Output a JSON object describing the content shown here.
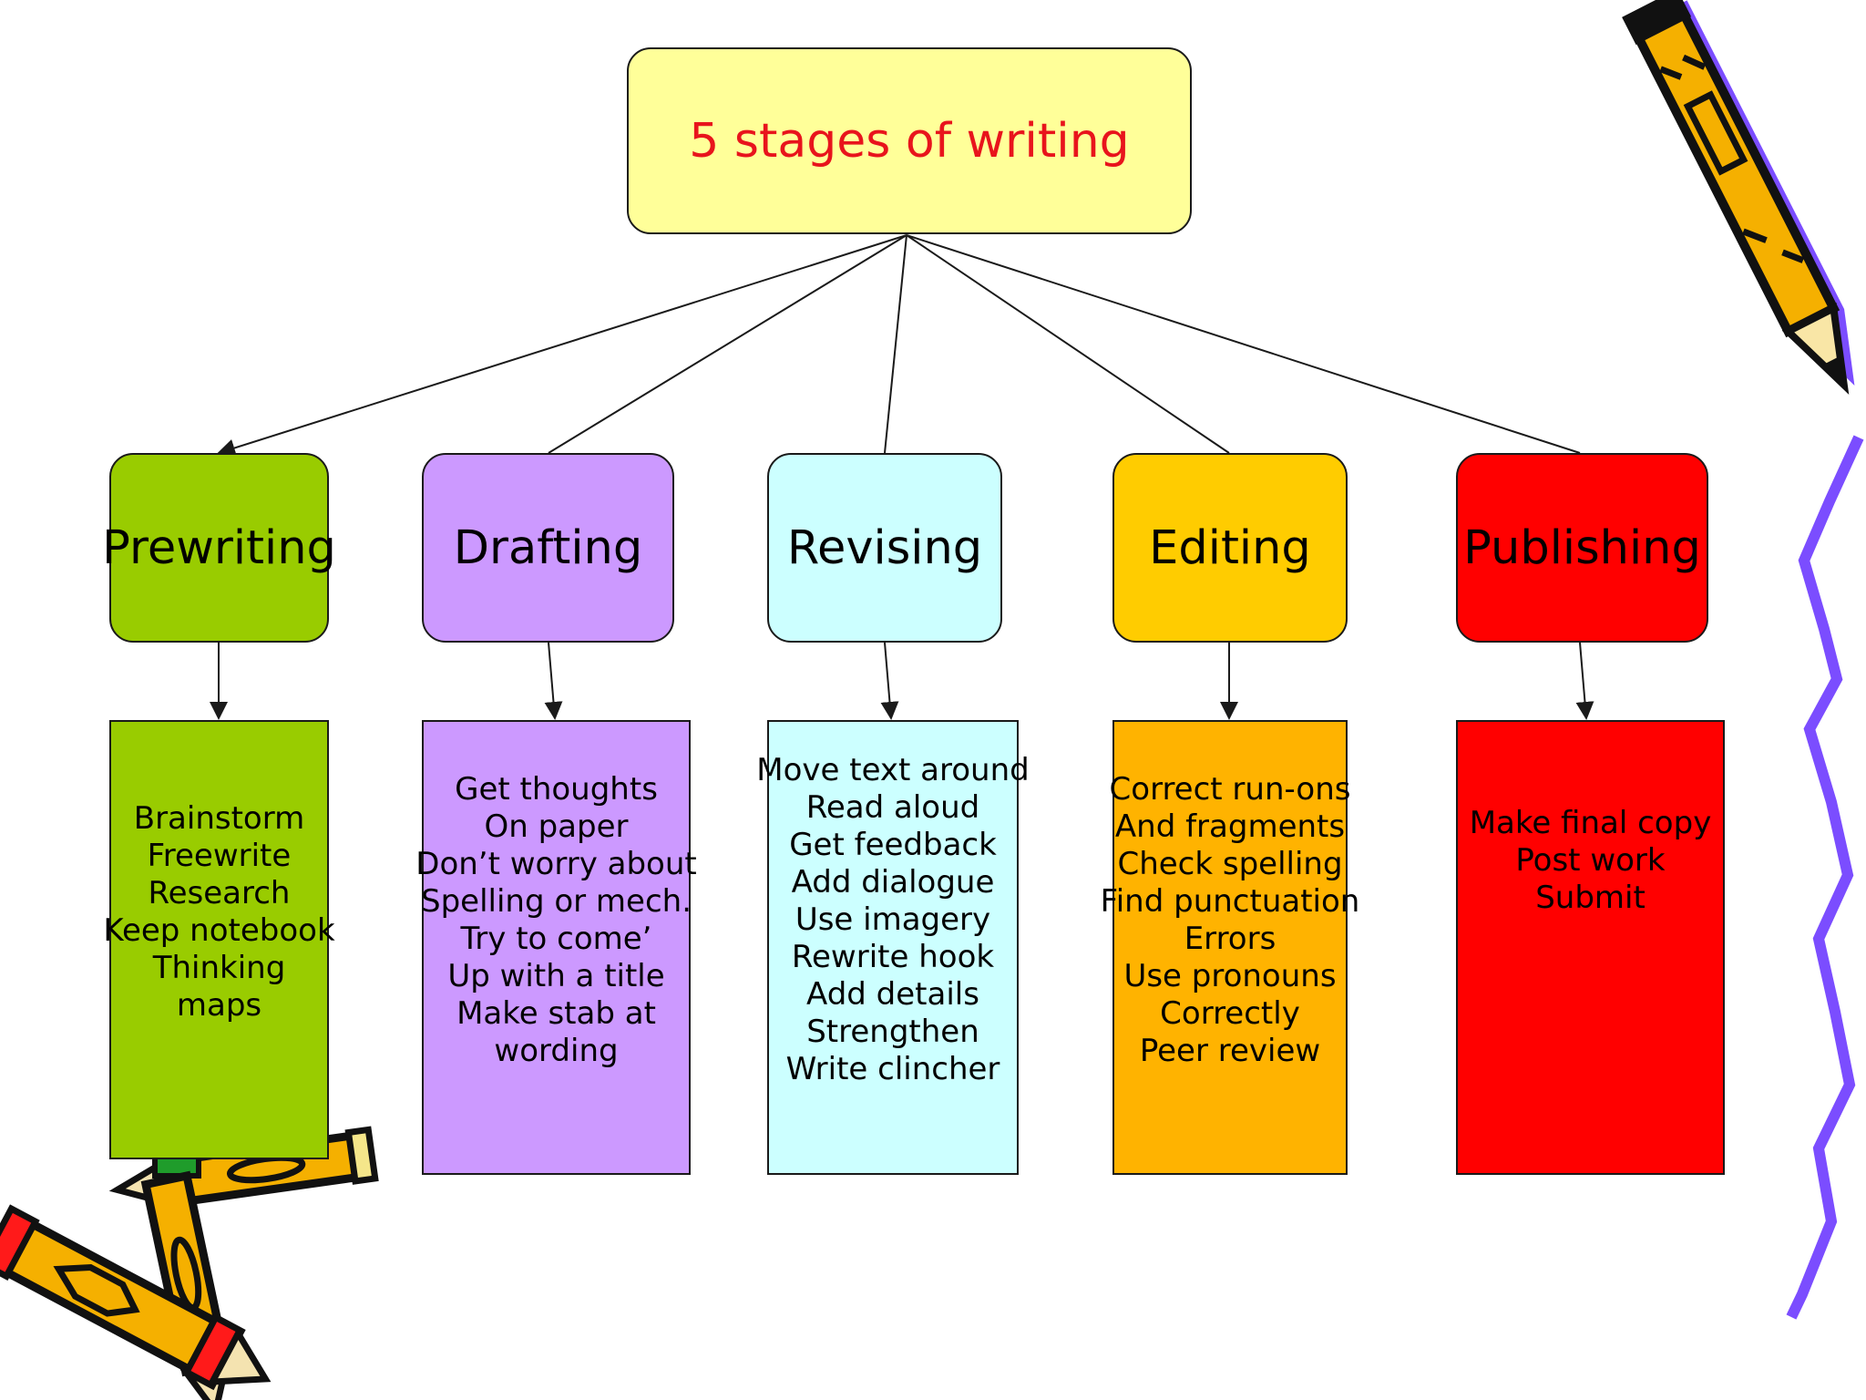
{
  "title": "5 stages of writing",
  "stages": [
    {
      "label": "Prewriting",
      "color": "#99cc00",
      "details": [
        "Brainstorm",
        "Freewrite",
        "Research",
        "Keep notebook",
        "Thinking",
        "maps"
      ]
    },
    {
      "label": "Drafting",
      "color": "#cc99ff",
      "details": [
        "Get thoughts",
        "On paper",
        "Don’t worry about",
        "Spelling or mech.",
        "Try to come’",
        "Up with a title",
        "Make stab at",
        "wording"
      ]
    },
    {
      "label": "Revising",
      "color": "#ccffff",
      "details": [
        "Move text around",
        "Read aloud",
        "Get feedback",
        "Add dialogue",
        "Use imagery",
        "Rewrite hook",
        "Add details",
        "Strengthen",
        "Write clincher"
      ]
    },
    {
      "label": "Editing",
      "color": "#ffcc00",
      "detail_color": "#ffb300",
      "details": [
        "Correct run-ons",
        "And fragments",
        "Check spelling",
        "Find punctuation",
        "Errors",
        "Use pronouns",
        "Correctly",
        "Peer review"
      ]
    },
    {
      "label": "Publishing",
      "color": "#ff0000",
      "detail_color": "#ff0000",
      "details": [
        "Make final copy",
        "Post work",
        "Submit"
      ]
    }
  ],
  "colors": {
    "root_fill": "#ffff99",
    "title_text": "#e8141c",
    "connector": "#1a1a1a"
  },
  "decorations": [
    "pencil-clipart-icon",
    "crossed-crayons-clipart-icon",
    "squiggle-line-icon"
  ]
}
